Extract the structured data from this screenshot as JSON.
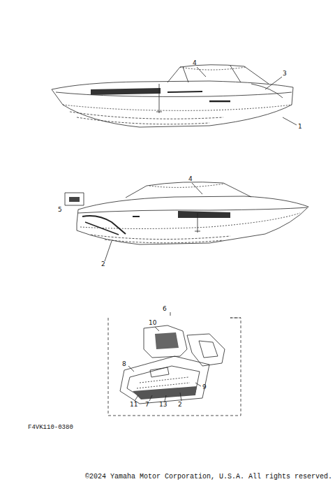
{
  "diagram": {
    "labels": [
      "4",
      "3",
      "1",
      "4",
      "5",
      "2",
      "6",
      "10",
      "8",
      "9",
      "11",
      "7",
      "13",
      "2",
      "F4VK110-0380",
      "©2024 Yamaha Motor Corporation, U.S.A. All rights reserved."
    ]
  }
}
